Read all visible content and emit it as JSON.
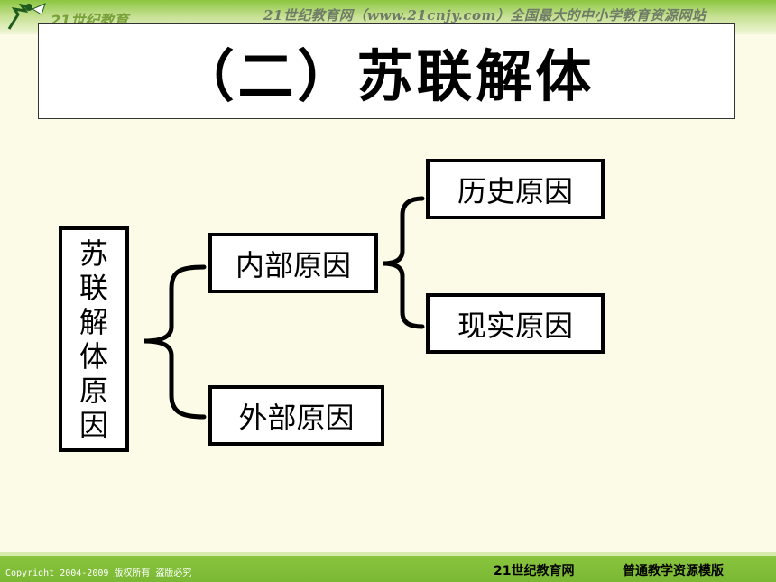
{
  "header": {
    "slogan": "21世纪教育网（www.21cnjy.com）全国最大的中小学教育资源网站"
  },
  "title": "（二）苏联解体",
  "diagram": {
    "root_chars": [
      "苏",
      "联",
      "解",
      "体",
      "原",
      "因"
    ],
    "internal": "内部原因",
    "external": "外部原因",
    "history": "历史原因",
    "reality": "现实原因"
  },
  "footer": {
    "copyright": "Copyright 2004-2009 版权所有 盗版必究",
    "brand": "21世纪教育网",
    "template": "普通教学资源模版"
  },
  "colors": {
    "background": "#fbfbe7",
    "band_green": "#8cc640"
  }
}
